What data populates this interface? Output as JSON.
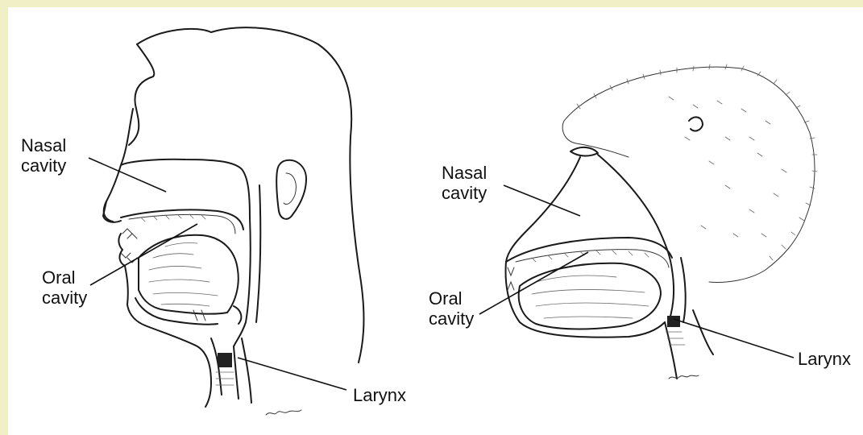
{
  "human": {
    "nasal_cavity": [
      "Nasal",
      "cavity"
    ],
    "oral_cavity": [
      "Oral",
      "cavity"
    ],
    "larynx": "Larynx"
  },
  "ape": {
    "nasal_cavity": [
      "Nasal",
      "cavity"
    ],
    "oral_cavity": [
      "Oral",
      "cavity"
    ],
    "larynx": "Larynx"
  }
}
